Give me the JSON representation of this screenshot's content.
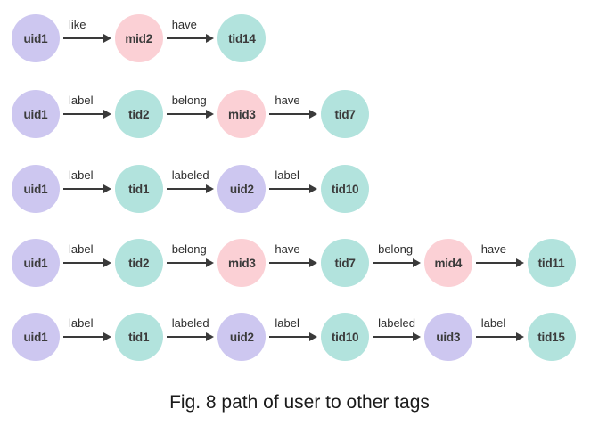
{
  "figure": {
    "caption": "Fig. 8 path of user to other tags",
    "background_color": "#ffffff",
    "node_colors": {
      "uid": "#cdc7f0",
      "mid": "#fbd0d5",
      "tid": "#b2e3dd"
    },
    "edge_color": "#3a3a3a",
    "text_color": "#3b3b3b"
  },
  "paths": [
    {
      "id": "path-1",
      "nodes": [
        {
          "label": "uid1",
          "type": "uid"
        },
        {
          "label": "mid2",
          "type": "mid"
        },
        {
          "label": "tid14",
          "type": "tid"
        }
      ],
      "edges": [
        {
          "label": "like"
        },
        {
          "label": "have"
        }
      ]
    },
    {
      "id": "path-2",
      "nodes": [
        {
          "label": "uid1",
          "type": "uid"
        },
        {
          "label": "tid2",
          "type": "tid"
        },
        {
          "label": "mid3",
          "type": "mid"
        },
        {
          "label": "tid7",
          "type": "tid"
        }
      ],
      "edges": [
        {
          "label": "label"
        },
        {
          "label": "belong"
        },
        {
          "label": "have"
        }
      ]
    },
    {
      "id": "path-3",
      "nodes": [
        {
          "label": "uid1",
          "type": "uid"
        },
        {
          "label": "tid1",
          "type": "tid"
        },
        {
          "label": "uid2",
          "type": "uid"
        },
        {
          "label": "tid10",
          "type": "tid"
        }
      ],
      "edges": [
        {
          "label": "label"
        },
        {
          "label": "labeled"
        },
        {
          "label": "label"
        }
      ]
    },
    {
      "id": "path-4",
      "nodes": [
        {
          "label": "uid1",
          "type": "uid"
        },
        {
          "label": "tid2",
          "type": "tid"
        },
        {
          "label": "mid3",
          "type": "mid"
        },
        {
          "label": "tid7",
          "type": "tid"
        },
        {
          "label": "mid4",
          "type": "mid"
        },
        {
          "label": "tid11",
          "type": "tid"
        }
      ],
      "edges": [
        {
          "label": "label"
        },
        {
          "label": "belong"
        },
        {
          "label": "have"
        },
        {
          "label": "belong"
        },
        {
          "label": "have"
        }
      ]
    },
    {
      "id": "path-5",
      "nodes": [
        {
          "label": "uid1",
          "type": "uid"
        },
        {
          "label": "tid1",
          "type": "tid"
        },
        {
          "label": "uid2",
          "type": "uid"
        },
        {
          "label": "tid10",
          "type": "tid"
        },
        {
          "label": "uid3",
          "type": "uid"
        },
        {
          "label": "tid15",
          "type": "tid"
        }
      ],
      "edges": [
        {
          "label": "label"
        },
        {
          "label": "labeled"
        },
        {
          "label": "label"
        },
        {
          "label": "labeled"
        },
        {
          "label": "label"
        }
      ]
    }
  ]
}
